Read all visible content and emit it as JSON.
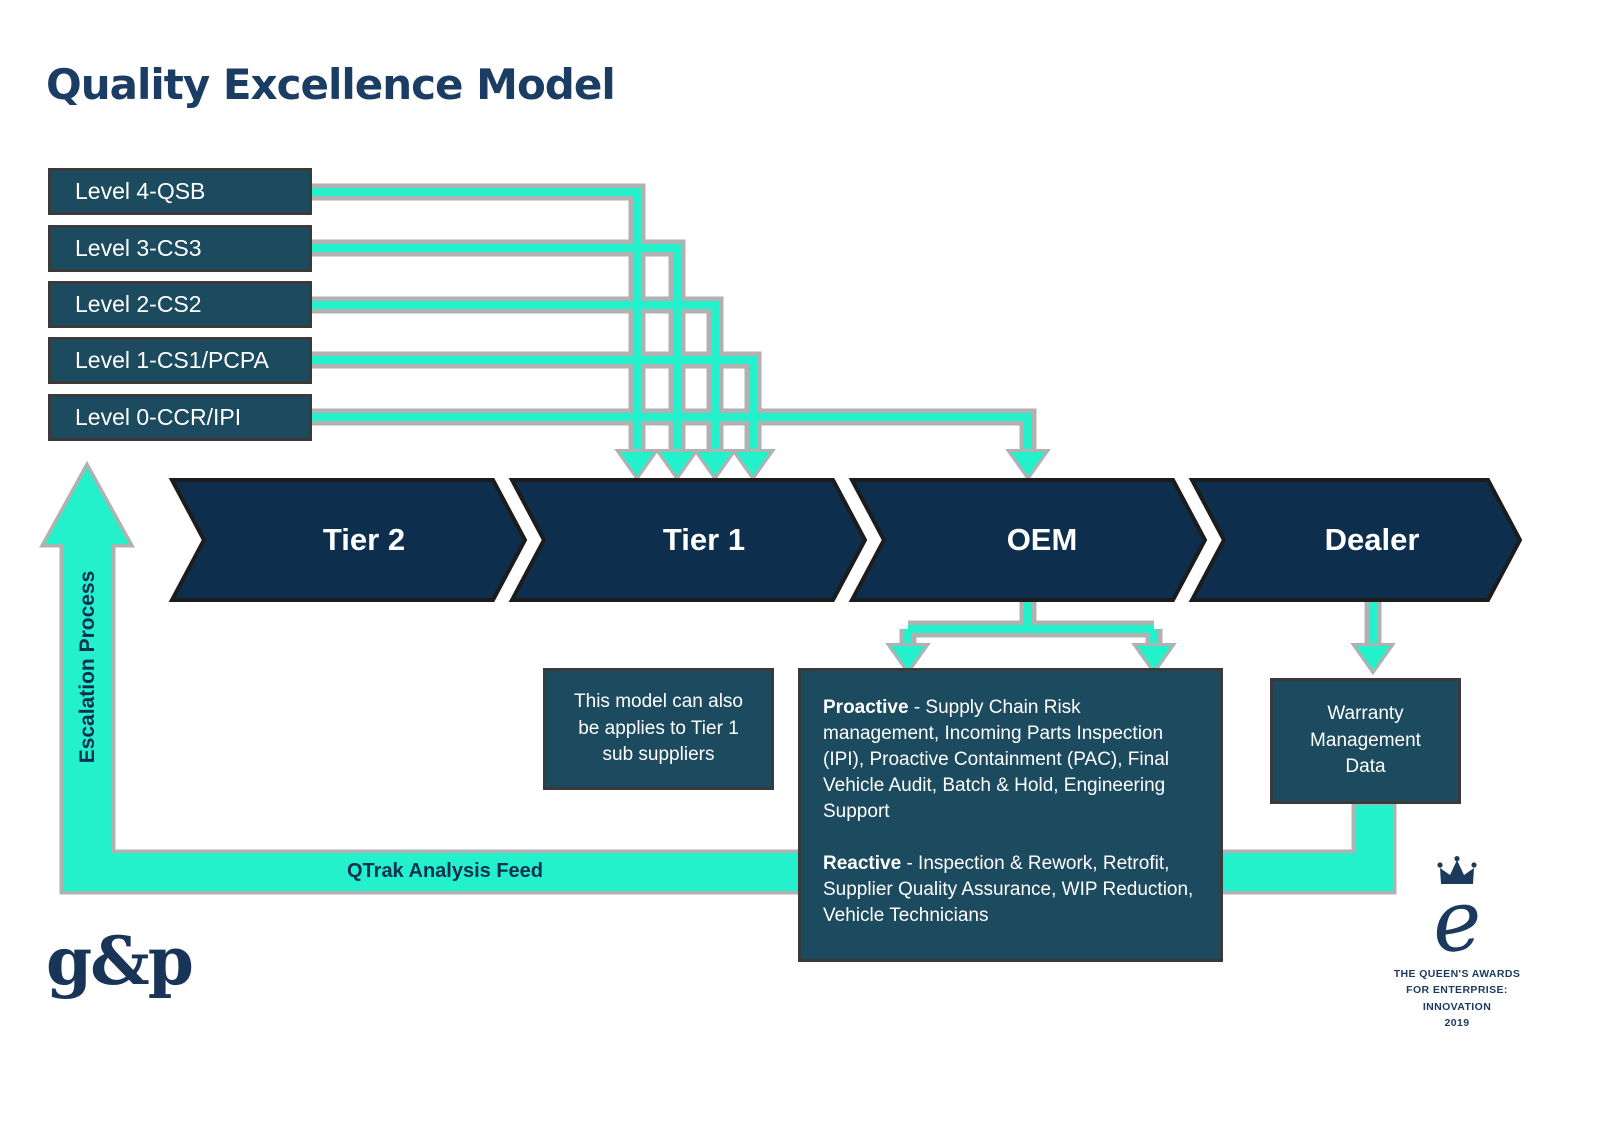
{
  "title": "Quality Excellence Model",
  "levels": [
    {
      "label": "Level 4-QSB"
    },
    {
      "label": "Level 3-CS3"
    },
    {
      "label": "Level 2-CS2"
    },
    {
      "label": "Level 1-CS1/PCPA"
    },
    {
      "label": "Level 0-CCR/IPI"
    }
  ],
  "chevrons": [
    {
      "label": "Tier 2"
    },
    {
      "label": "Tier 1"
    },
    {
      "label": "OEM"
    },
    {
      "label": "Dealer"
    }
  ],
  "escalation": {
    "label": "Escalation Process"
  },
  "qtrak": {
    "label": "QTrak Analysis Feed"
  },
  "note_box": {
    "lines": [
      "This model can also",
      "be applies to Tier 1",
      "sub suppliers"
    ]
  },
  "oem_detail": {
    "proactive_title": "Proactive",
    "proactive_body": " - Supply Chain Risk management, Incoming Parts Inspection (IPI), Proactive Containment (PAC), Final Vehicle Audit, Batch & Hold, Engineering Support",
    "reactive_title": "Reactive",
    "reactive_body": " - Inspection & Rework, Retrofit, Supplier Quality Assurance, WIP Reduction, Vehicle Technicians"
  },
  "warranty_box": {
    "lines": [
      "Warranty",
      "Management",
      "Data"
    ]
  },
  "logos": {
    "gp": "g&p",
    "queens_award": {
      "lines": [
        "THE QUEEN'S AWARDS",
        "FOR ENTERPRISE:",
        "INNOVATION",
        "2019"
      ]
    }
  },
  "colors": {
    "teal": "#23F1CC",
    "chevron_navy": "#0E2E4D",
    "box_fill": "#1C4A5F",
    "title_navy": "#1B3C63",
    "shadow_gray": "#B1B1B1",
    "text_white": "#FFFFFF"
  }
}
